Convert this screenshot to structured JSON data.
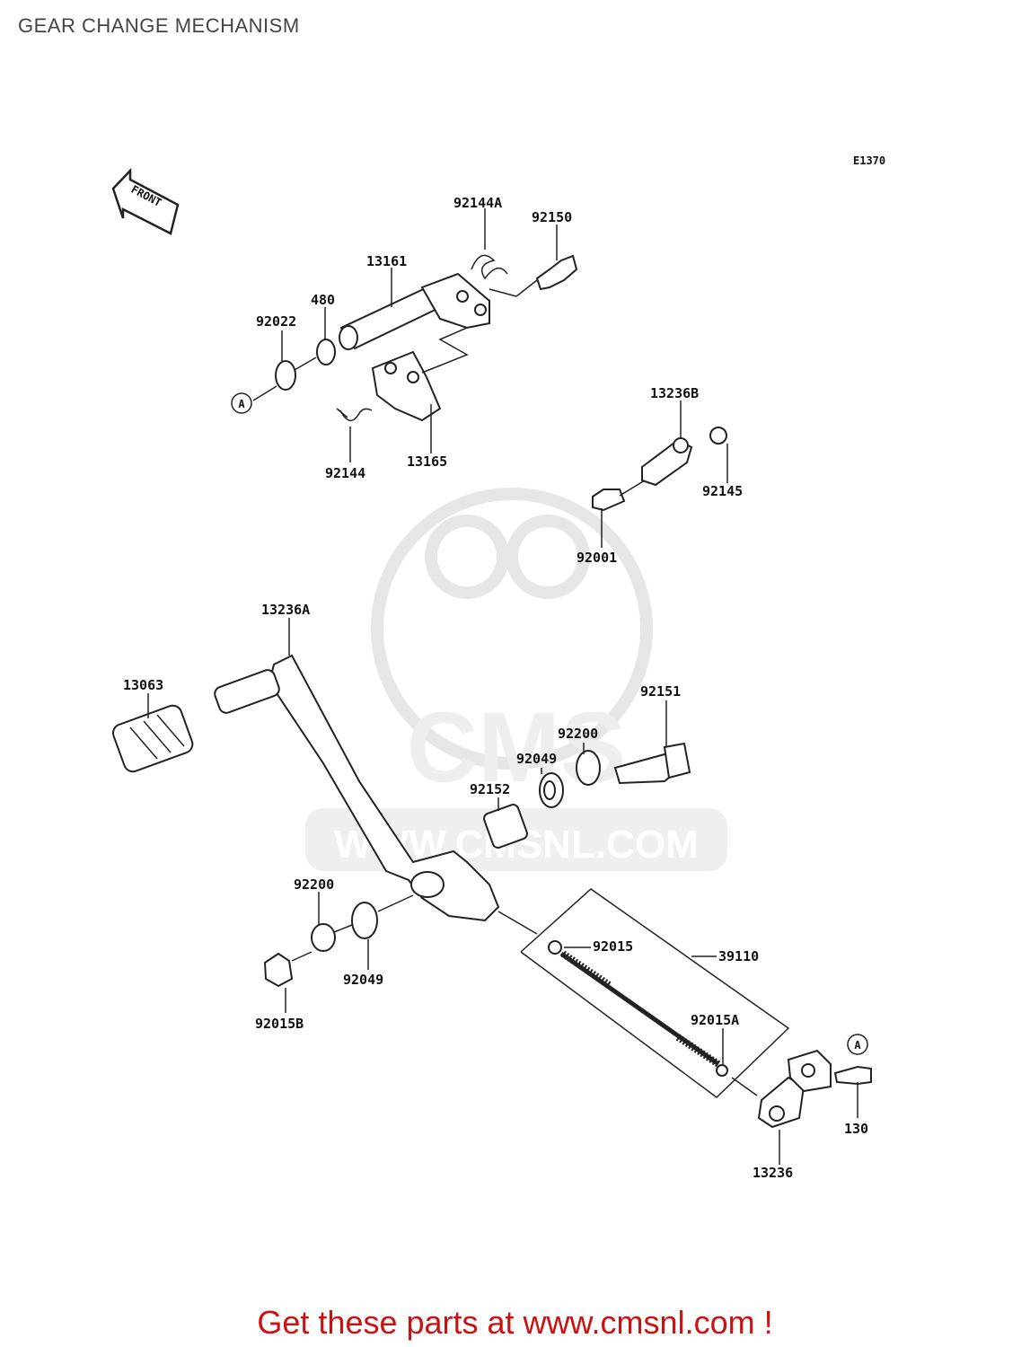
{
  "title": "GEAR CHANGE MECHANISM",
  "diagram_code": "E1370",
  "front_label": "FRONT",
  "watermark_text": "WWW.CMSNL.COM",
  "watermark_logo": "CMS",
  "footer_text": "Get these parts at www.cmsnl.com !",
  "ref_marker": "A",
  "parts": {
    "p92144A": "92144A",
    "p92150": "92150",
    "p13161": "13161",
    "p480": "480",
    "p92022": "92022",
    "p92144": "92144",
    "p13165": "13165",
    "p13236B": "13236B",
    "p92145": "92145",
    "p92001": "92001",
    "p13236A": "13236A",
    "p13063": "13063",
    "p92151": "92151",
    "p92200a": "92200",
    "p92049a": "92049",
    "p92152": "92152",
    "p92200b": "92200",
    "p92049b": "92049",
    "p92015B": "92015B",
    "p92015": "92015",
    "p39110": "39110",
    "p92015A": "92015A",
    "p130": "130",
    "p13236": "13236"
  },
  "colors": {
    "footer": "#cc1111",
    "watermark": "#e6e6e6"
  }
}
